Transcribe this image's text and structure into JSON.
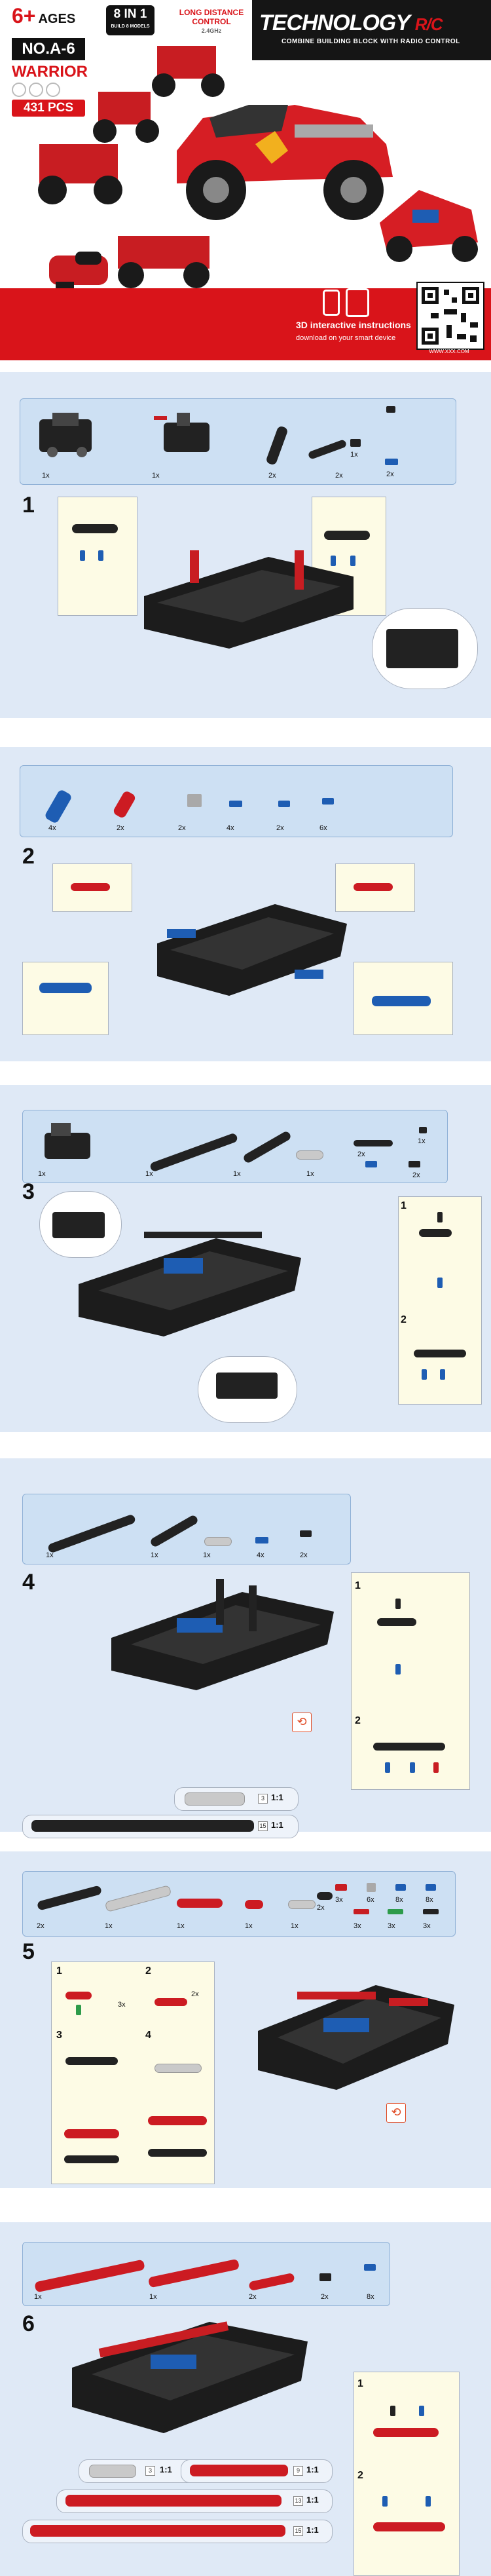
{
  "cover": {
    "age_number": "6+",
    "age_label": "AGES",
    "badge_main": "8 IN 1",
    "badge_sub": "BUILD 8 MODELS",
    "remote_title": "LONG DISTANCE CONTROL",
    "remote_sub": "2.4GHz",
    "model_number": "NO.A-6",
    "model_name": "WARRIOR",
    "piece_count": "431 PCS",
    "brand": "TECHNOLOGY",
    "brand_suffix": "R/C",
    "brand_tagline": "COMBINE BUILDING BLOCK WITH RADIO CONTROL",
    "interactive_title": "3D interactive instructions",
    "interactive_sub": "download on your smart device",
    "qr_site": "WWW.XXX.COM"
  },
  "colors": {
    "red": "#d9141a",
    "step_bg": "#dfe9f6",
    "parts_bg": "#cde0f3",
    "callout_bg": "#fdfbe5"
  },
  "steps": [
    {
      "number": "1",
      "qty": [
        "1x",
        "1x",
        "2x",
        "2x",
        "1x",
        "2x"
      ]
    },
    {
      "number": "2",
      "qty": [
        "4x",
        "2x",
        "2x",
        "4x",
        "2x",
        "6x"
      ]
    },
    {
      "number": "3",
      "qty": [
        "1x",
        "1x",
        "1x",
        "1x",
        "2x",
        "1x",
        "2x"
      ],
      "sub": [
        "1",
        "2"
      ]
    },
    {
      "number": "4",
      "qty": [
        "1x",
        "1x",
        "1x",
        "4x",
        "2x"
      ],
      "sub": [
        "1",
        "2"
      ],
      "ratios": [
        "1:1",
        "1:1"
      ]
    },
    {
      "number": "5",
      "qty": [
        "2x",
        "1x",
        "1x",
        "1x",
        "1x",
        "2x",
        "3x",
        "6x",
        "8x",
        "8x",
        "3x",
        "3x",
        "3x"
      ],
      "sub": [
        "1",
        "2",
        "3",
        "4"
      ],
      "sub_qty": [
        "3x",
        "2x"
      ]
    },
    {
      "number": "6",
      "qty": [
        "1x",
        "1x",
        "2x",
        "2x",
        "8x"
      ],
      "sub": [
        "1",
        "2"
      ],
      "ratios": [
        "1:1",
        "1:1",
        "1:1",
        "1:1"
      ]
    }
  ]
}
